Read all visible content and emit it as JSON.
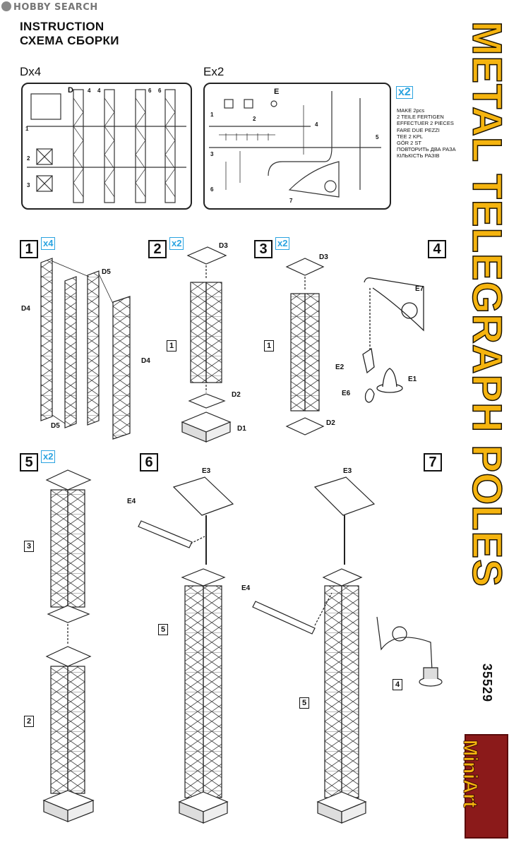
{
  "watermark": "HOBBY SEARCH",
  "header": {
    "line1": "INSTRUCTION",
    "line2": "СХЕМА СБОРКИ"
  },
  "sprues": [
    {
      "label": "Dx4",
      "letter": "D"
    },
    {
      "label": "Ex2",
      "letter": "E"
    }
  ],
  "make": {
    "badge": "x2",
    "lines": [
      "MAKE 2pcs",
      "2 TEILE FERTIGEN",
      "EFFECTUER 2 PIECES",
      "FARE DUE PEZZI",
      "TEE 2 KPL",
      "GÖR 2 ST",
      "ПОВТОРИТЬ ДВА РАЗА",
      "КІЛЬКІСТЬ РАЗІВ"
    ]
  },
  "steps": [
    {
      "number": "1",
      "badge": "x4"
    },
    {
      "number": "2",
      "badge": "x2"
    },
    {
      "number": "3",
      "badge": "x2"
    },
    {
      "number": "4",
      "badge": ""
    },
    {
      "number": "5",
      "badge": "x2"
    },
    {
      "number": "6",
      "badge": ""
    },
    {
      "number": "7",
      "badge": ""
    }
  ],
  "part_labels": {
    "d4": "D4",
    "d5": "D5",
    "d3": "D3",
    "d2": "D2",
    "d1": "D1",
    "e1": "E1",
    "e2": "E2",
    "e3": "E3",
    "e4": "E4",
    "e6": "E6",
    "e7": "E7"
  },
  "sprue_numbers": [
    "1",
    "2",
    "3",
    "4",
    "5",
    "6",
    "7"
  ],
  "sprue_d_numbers": [
    "4",
    "4",
    "6",
    "6",
    "1",
    "2",
    "3"
  ],
  "callouts": {
    "c1": "1",
    "c2": "2",
    "c3": "3",
    "c4": "4",
    "c5": "5"
  },
  "title": "METAL TELEGRAPH POLES",
  "product_code": "35529",
  "brand": "MiniArt",
  "colors": {
    "title_yellow": "#f5b40f",
    "badge_blue": "#2aa3e0",
    "brand_red": "#8b1a1a"
  }
}
